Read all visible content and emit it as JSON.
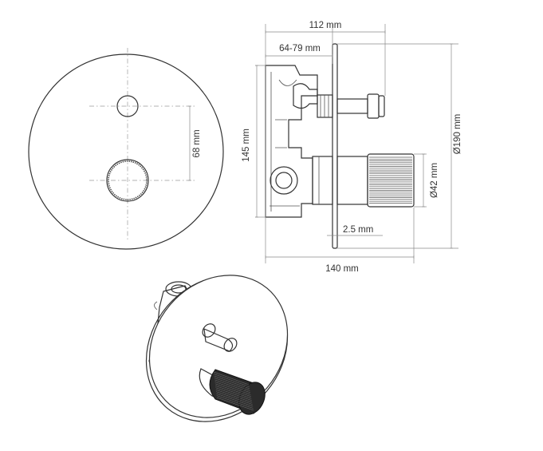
{
  "dimensions": {
    "overall_depth": "112 mm",
    "adjustable_depth": "64-79 mm",
    "height": "145 mm",
    "plate_diameter": "Ø190 mm",
    "knob_diameter": "Ø42 mm",
    "plate_thickness": "2.5 mm",
    "total_depth": "140 mm",
    "axis_distance": "68 mm"
  },
  "colors": {
    "line": "#333333",
    "dimension_line": "#8a8a8a",
    "knob_finish": "#2b2b2b"
  }
}
